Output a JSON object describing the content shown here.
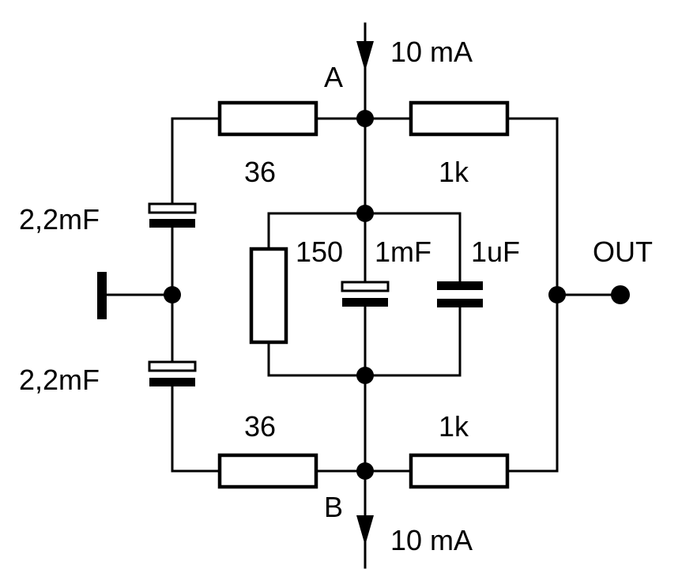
{
  "labels": {
    "current_in": "10 mA",
    "node_a": "A",
    "r_top_left": "36",
    "r_top_right": "1k",
    "c_left_top": "2,2mF",
    "r_middle": "150",
    "c_middle_electrolytic": "1mF",
    "c_middle_small": "1uF",
    "output": "OUT",
    "c_left_bottom": "2,2mF",
    "r_bottom_left": "36",
    "r_bottom_right": "1k",
    "node_b": "B",
    "current_out": "10 mA"
  }
}
